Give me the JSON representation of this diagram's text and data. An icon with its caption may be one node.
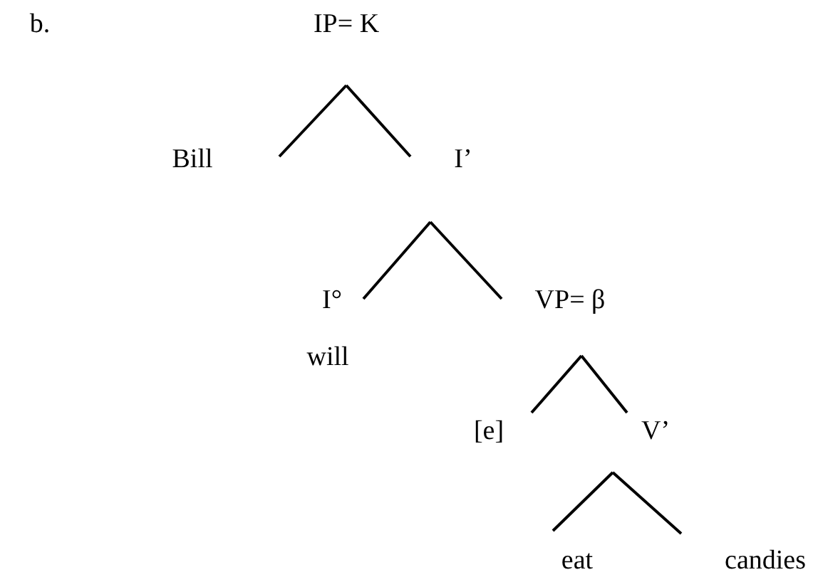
{
  "diagram": {
    "nodes": [
      {
        "text": [
          "IP= K"
        ]
      },
      {
        "text": [
          "Bill"
        ]
      },
      {
        "text": [
          "I’"
        ]
      },
      {
        "text": [
          "I°"
        ],
        "beside": [
          "will"
        ]
      },
      {
        "text": [
          "VP= β"
        ]
      },
      {
        "text": [
          "[e]"
        ]
      },
      {
        "text": [
          "V’"
        ]
      },
      {
        "text": [
          "eat"
        ]
      },
      {
        "text": [
          "candies"
        ]
      }
    ],
    "edges": [
      {
        "from": 0,
        "to": 1,
        "arrow": "none"
      },
      {
        "from": 0,
        "to": 2,
        "arrow": "none"
      },
      {
        "from": 2,
        "to": 3,
        "arrow": "none"
      },
      {
        "from": 2,
        "to": 4,
        "arrow": "none"
      },
      {
        "from": 4,
        "to": 5,
        "arrow": "none"
      },
      {
        "from": 4,
        "to": 6,
        "arrow": "none"
      },
      {
        "from": 6,
        "to": 7,
        "arrow": "none"
      },
      {
        "from": 6,
        "to": 8,
        "arrow": "none"
      }
    ],
    "labels": [
      "b."
    ]
  }
}
